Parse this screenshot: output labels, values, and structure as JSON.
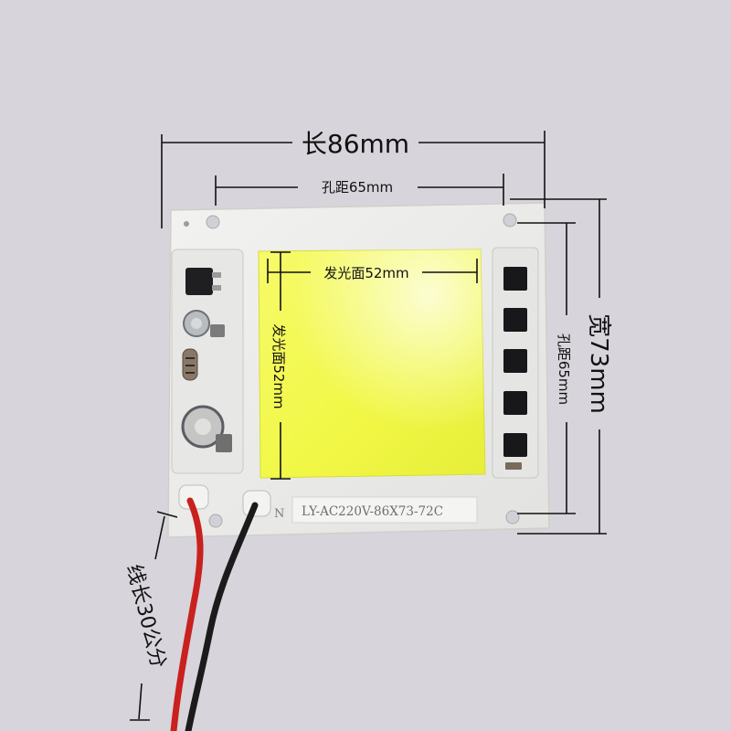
{
  "dimensions": {
    "length": "长86mm",
    "hole_spacing_horizontal": "孔距65mm",
    "emitting_width": "发光面52mm",
    "emitting_height": "发光面52mm",
    "width": "宽73mm",
    "hole_spacing_vertical": "孔距65mm",
    "wire_length": "线长30公分"
  },
  "board": {
    "model_label": "LY-AC220V-86X73-72C",
    "neutral_mark": "N"
  },
  "colors": {
    "background": "#d8d4db",
    "board": "#ecedeb",
    "emitter": "#f3f84a",
    "wire_red": "#c8211e",
    "wire_black": "#1b1b1b"
  }
}
